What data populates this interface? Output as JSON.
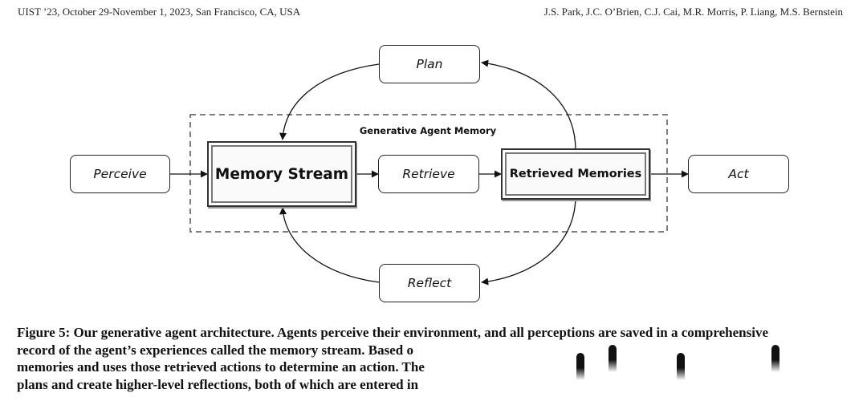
{
  "header": {
    "left": "UIST ’23, October 29-November 1, 2023, San Francisco, CA, USA",
    "right": "J.S. Park, J.C. O’Brien, C.J. Cai, M.R. Morris, P. Liang, M.S. Bernstein"
  },
  "diagram": {
    "group_label": "Generative Agent Memory",
    "nodes": {
      "perceive": "Perceive",
      "memory_stream": "Memory Stream",
      "retrieve": "Retrieve",
      "retrieved_memories": "Retrieved Memories",
      "act": "Act",
      "plan": "Plan",
      "reflect": "Reflect"
    }
  },
  "caption": {
    "line1": "Figure 5: Our generative agent architecture. Agents perceive their environment, and all perceptions are saved in a comprehensive",
    "line2": "record of the agent’s experiences called the memory stream. Based o",
    "line3": "memories and uses those retrieved actions to determine an action. The",
    "line4": "plans and create higher-level reflections, both of which are entered in"
  }
}
